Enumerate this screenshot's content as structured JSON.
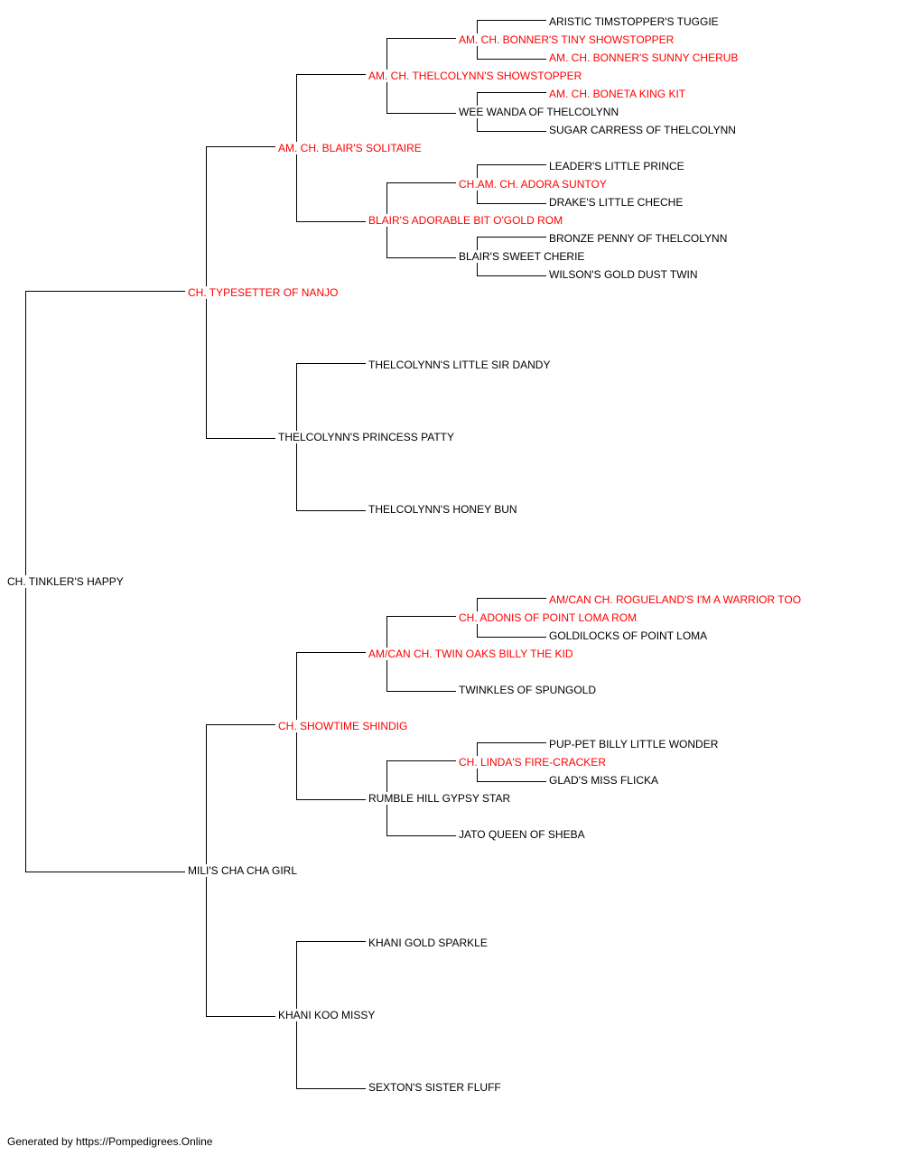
{
  "colors": {
    "champion": "#ff0000",
    "normal": "#000000",
    "line": "#000000"
  },
  "pedigree": {
    "root": {
      "name": "CH. TINKLER'S HAPPY",
      "champion": false
    },
    "sire": {
      "name": "CH. TYPESETTER OF NANJO",
      "champion": true
    },
    "dam": {
      "name": "MILI'S CHA CHA GIRL",
      "champion": false
    },
    "sire_sire": {
      "name": "AM. CH. BLAIR'S SOLITAIRE",
      "champion": true
    },
    "sire_dam": {
      "name": "THELCOLYNN'S PRINCESS PATTY",
      "champion": false
    },
    "dam_sire": {
      "name": "CH. SHOWTIME SHINDIG",
      "champion": true
    },
    "dam_dam": {
      "name": "KHANI KOO MISSY",
      "champion": false
    },
    "ss_sire": {
      "name": "AM. CH. THELCOLYNN'S SHOWSTOPPER",
      "champion": true
    },
    "ss_dam": {
      "name": "BLAIR'S ADORABLE BIT O'GOLD ROM",
      "champion": true
    },
    "sd_sire": {
      "name": "THELCOLYNN'S LITTLE SIR DANDY",
      "champion": false
    },
    "sd_dam": {
      "name": "THELCOLYNN'S HONEY BUN",
      "champion": false
    },
    "ds_sire": {
      "name": "AM/CAN CH. TWIN OAKS BILLY THE KID",
      "champion": true
    },
    "ds_dam": {
      "name": "RUMBLE HILL GYPSY STAR",
      "champion": false
    },
    "dd_sire": {
      "name": "KHANI GOLD SPARKLE",
      "champion": false
    },
    "dd_dam": {
      "name": "SEXTON'S SISTER FLUFF",
      "champion": false
    },
    "sss_sire": {
      "name": "AM. CH. BONNER'S TINY SHOWSTOPPER",
      "champion": true
    },
    "sss_dam": {
      "name": "WEE WANDA OF THELCOLYNN",
      "champion": false
    },
    "ssd_sire": {
      "name": "CH.AM. CH. ADORA SUNTOY",
      "champion": true
    },
    "ssd_dam": {
      "name": "BLAIR'S SWEET CHERIE",
      "champion": false
    },
    "dss_sire": {
      "name": "CH. ADONIS OF POINT LOMA ROM",
      "champion": true
    },
    "dss_dam": {
      "name": "TWINKLES OF SPUNGOLD",
      "champion": false
    },
    "dsd_sire": {
      "name": "CH. LINDA'S FIRE-CRACKER",
      "champion": true
    },
    "dsd_dam": {
      "name": "JATO QUEEN OF SHEBA",
      "champion": false
    },
    "ssss_sire": {
      "name": "ARISTIC TIMSTOPPER'S TUGGIE",
      "champion": false
    },
    "ssss_dam": {
      "name": "AM. CH. BONNER'S SUNNY CHERUB",
      "champion": true
    },
    "sssd_sire": {
      "name": "AM. CH. BONETA KING KIT",
      "champion": true
    },
    "sssd_dam": {
      "name": "SUGAR CARRESS OF THELCOLYNN",
      "champion": false
    },
    "ssds_sire": {
      "name": "LEADER'S LITTLE PRINCE",
      "champion": false
    },
    "ssds_dam": {
      "name": "DRAKE'S LITTLE CHECHE",
      "champion": false
    },
    "ssdd_sire": {
      "name": "BRONZE PENNY OF THELCOLYNN",
      "champion": false
    },
    "ssdd_dam": {
      "name": "WILSON'S GOLD DUST TWIN",
      "champion": false
    },
    "dsss_sire": {
      "name": "AM/CAN CH. ROGUELAND'S I'M A WARRIOR TOO",
      "champion": true
    },
    "dsss_dam": {
      "name": "GOLDILOCKS OF POINT LOMA",
      "champion": false
    },
    "dsds_sire": {
      "name": "PUP-PET BILLY LITTLE WONDER",
      "champion": false
    },
    "dsds_dam": {
      "name": "GLAD'S MISS FLICKA",
      "champion": false
    }
  },
  "footer": "Generated by https://Pompedigrees.Online"
}
